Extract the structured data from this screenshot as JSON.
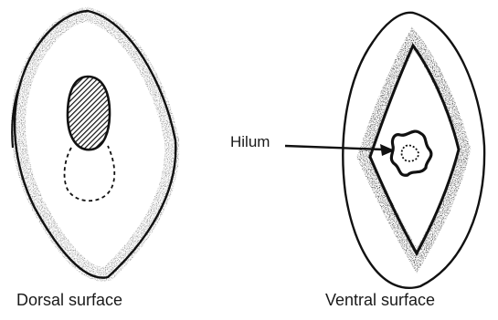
{
  "labels": {
    "dorsal_surface": "Dorsal surface",
    "ventral_surface": "Ventral surface",
    "hilum": "Hilum"
  },
  "colors": {
    "ink": "#111111",
    "background": "#ffffff"
  }
}
